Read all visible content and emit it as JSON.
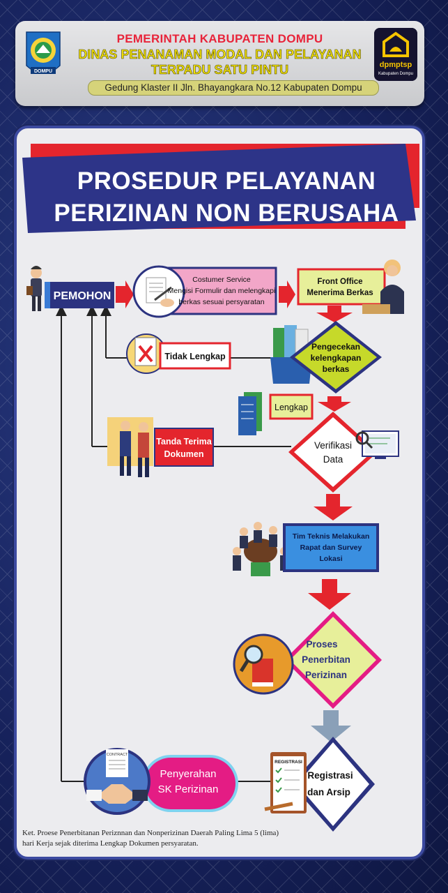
{
  "header": {
    "line1": "PEMERINTAH KABUPATEN DOMPU",
    "line2": "DINAS PENANAMAN MODAL DAN PELAYANAN",
    "line3": "TERPADU SATU PINTU",
    "address": "Gedung Klaster II Jln. Bhayangkara No.12 Kabupaten Dompu",
    "logo_left_text": "DOMPU",
    "logo_right_text": "dpmptsp",
    "logo_right_sub": "Kabupaten Dompu"
  },
  "title": {
    "line1": "PROSEDUR PELAYANAN",
    "line2": "PERIZINAN NON BERUSAHA"
  },
  "flow": {
    "pemohon": "PEMOHON",
    "cs_title": "Costumer Service",
    "cs_line1": "Mengisi Formulir  dan melengkapi",
    "cs_line2": "berkas sesuai persyaratan",
    "fo_line1": "Front Office",
    "fo_line2": "Menerima Berkas",
    "tidak_lengkap": "Tidak Lengkap",
    "cek_line1": "Pengecekan",
    "cek_line2": "kelengkapan",
    "cek_line3": "berkas",
    "lengkap": "Lengkap",
    "tanda_line1": "Tanda Terima",
    "tanda_line2": "Dokumen",
    "verif_line1": "Verifikasi",
    "verif_line2": "Data",
    "tim_line1": "Tim Teknis Melakukan",
    "tim_line2": "Rapat dan Survey",
    "tim_line3": "Lokasi",
    "proses_line1": "Proses",
    "proses_line2": "Penerbitan",
    "proses_line3": "Perizinan",
    "sk_line1": "Penyerahan",
    "sk_line2": "SK Perizinan",
    "reg_line1": "Registrasi",
    "reg_line2": "dan Arsip",
    "registrasi_doc": "REGISTRASI",
    "contract_doc": "CONTRACT"
  },
  "note": {
    "line1": "Ket. Proese Penerbitanan Periznnan dan Nonperizinan Daerah Paling Lima 5 (lima)",
    "line2": "hari Kerja sejak diterima Lengkap Dokumen persyaratan."
  },
  "colors": {
    "navy": "#2c3380",
    "red": "#e4252d",
    "yellow_green": "#e7ef9a",
    "pink": "#e41c84",
    "magenta_panel": "#d02a7e"
  }
}
